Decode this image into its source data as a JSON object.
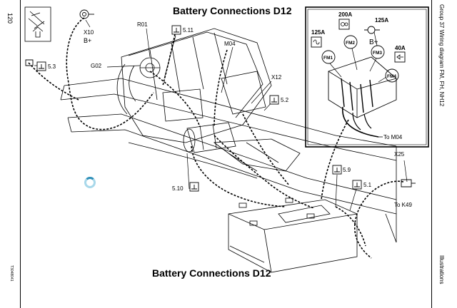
{
  "page": {
    "page_number": "120",
    "doc_code": "T3048041",
    "side_header": "Group 37 Wiring diagram FM, FH, NH12",
    "side_footer": "Illustrations",
    "title_top": "Battery  Connections D12",
    "title_bottom": "Battery  Connections D12"
  },
  "labels": {
    "x10": "X10",
    "bplus_main": "B+",
    "r01": "R01",
    "g02": "G02",
    "m04": "M04",
    "x12": "X12",
    "x25": "X25",
    "to_k49": "To K49",
    "gnd_511": "5.11",
    "gnd_53": "5.3",
    "gnd_52": "5.2",
    "gnd_510": "5.10",
    "gnd_59": "5.9",
    "gnd_51": "5.1"
  },
  "inset": {
    "amp_125_left": "125A",
    "amp_200": "200A",
    "amp_125_right": "125A",
    "amp_40": "40A",
    "bplus": "B+",
    "fm1": "FM1",
    "fm2": "FM2",
    "fm3": "FM3",
    "fm4": "FM4",
    "to_m04": "To M04"
  },
  "colors": {
    "line": "#000000",
    "background": "#ffffff",
    "spinner": "#2f8fb8"
  }
}
